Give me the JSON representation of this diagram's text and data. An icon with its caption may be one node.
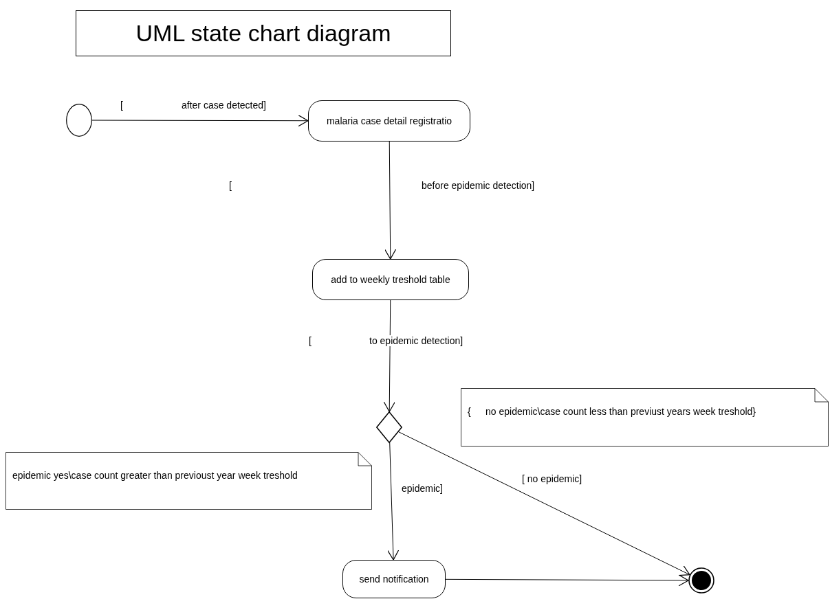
{
  "diagram": {
    "title": "UML state chart diagram",
    "nodes": [
      {
        "text": [],
        "shape": "circle"
      },
      {
        "text": [
          "malaria case detail registratio"
        ]
      },
      {
        "text": [
          "add to weekly treshold table"
        ]
      },
      {
        "text": [
          "{",
          "no epidemic\\case count less than previust years week treshold}"
        ]
      },
      {
        "text": [],
        "shape": "diamond"
      },
      {
        "text": [
          "epidemic yes\\case count greater than previoust year week treshold"
        ]
      },
      {
        "text": [
          "send notification"
        ]
      },
      {
        "text": [],
        "shape": "bullseye"
      }
    ],
    "edges": [
      {
        "from": 0,
        "to": 1,
        "arrow": "to",
        "label": "after case detected]"
      },
      {
        "from": 1,
        "to": 2,
        "arrow": "to",
        "label": "before epidemic detection]"
      },
      {
        "from": 2,
        "to": 4,
        "arrow": "to",
        "label": "to epidemic detection]"
      },
      {
        "from": 4,
        "to": 6,
        "arrow": "to",
        "label": "epidemic]"
      },
      {
        "from": 4,
        "to": 7,
        "arrow": "to",
        "label": "[ no epidemic]"
      },
      {
        "from": 6,
        "to": 7,
        "arrow": "to"
      }
    ],
    "labels": [
      "[",
      "[",
      "["
    ]
  }
}
